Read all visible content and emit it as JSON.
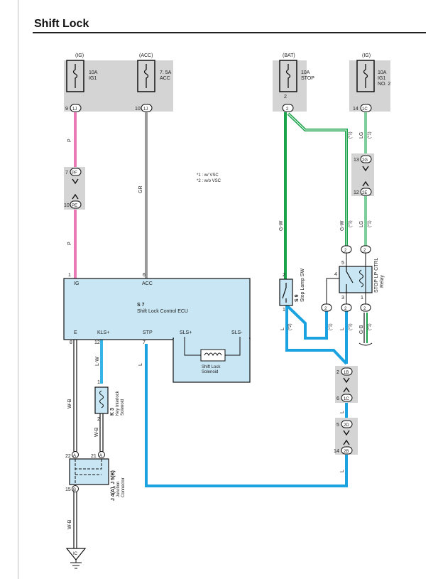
{
  "page": {
    "title": "Shift Lock"
  },
  "fuses": {
    "ig1": {
      "supply": "(IG)",
      "rating": "10A",
      "name": "IG1",
      "pin": "9",
      "conn": "1J"
    },
    "acc": {
      "supply": "(ACC)",
      "rating": "7. 5A",
      "name": "ACC",
      "pin": "10",
      "conn": "1J"
    },
    "stop": {
      "supply": "(BAT)",
      "rating": "10A",
      "name": "STOP",
      "pin_top": "2",
      "pin_bottom": "2"
    },
    "ig1no2": {
      "supply": "(IG)",
      "rating": "10A",
      "name": "IG1",
      "name2": "NO. 2",
      "pin": "14",
      "conn": "1C"
    }
  },
  "wires": {
    "pink": "P",
    "gray": "GR",
    "green": "G-W",
    "lightgreen": "LG",
    "blue": "L",
    "lightblue": "L-W",
    "black": "W-B",
    "gb": "G-B"
  },
  "colors": {
    "pink": "#e97ab6",
    "gray": "#9a9a9a",
    "green": "#1aa34a",
    "lightgreen": "#7fcf9a",
    "blue": "#1aa3e0",
    "lightblue": "#36b4e6",
    "ecu": "#c8e6f3",
    "shade": "#d4d4d4"
  },
  "connectors": {
    "pf": {
      "pin_top": "7",
      "label_top": "PF",
      "pin_bottom": "10",
      "label_bottom": "PE"
    },
    "lg": {
      "pin_top": "13",
      "label_top": "2G",
      "pin_bottom": "12",
      "label_bottom": "2E"
    },
    "blue1": {
      "pin_top": "2",
      "label_top": "1B",
      "pin_bottom": "6",
      "label_bottom": "1C"
    },
    "blue2": {
      "pin_top": "5",
      "label_top": "2D",
      "pin_bottom": "14",
      "label_bottom": "2B"
    }
  },
  "legend": {
    "line1": "*1 : w/ VSC",
    "line2": "*2 : w/o VSC"
  },
  "ecu": {
    "code": "S 7",
    "name": "Shift Lock Control ECU",
    "pins_top": [
      {
        "num": "1",
        "label": "IG"
      },
      {
        "num": "6",
        "label": "ACC"
      }
    ],
    "pins_bottom": [
      {
        "num": "8",
        "label": "E"
      },
      {
        "num": "12",
        "label": "KLS+"
      },
      {
        "num": "7",
        "label": "STP"
      },
      {
        "label": "SLS+"
      },
      {
        "label": "SLS-"
      }
    ],
    "solenoid": {
      "line1": "Shift Lock",
      "line2": "Solenoid"
    }
  },
  "stop_switch": {
    "code": "S 9",
    "name": "Stop Lamp SW",
    "pin_top": "2",
    "pin_bottom": "1"
  },
  "relay": {
    "name": "STOP LP CTRL",
    "name2": "Relay",
    "pins": {
      "p5": "5",
      "p4": "4",
      "p3": "3",
      "p1": "1",
      "p2": "2"
    }
  },
  "key_interlock": {
    "code": "K 3",
    "name": "Key Interlock",
    "name2": "Solenoid",
    "pin_top": "1",
    "pin_bottom": "2"
  },
  "junction": {
    "code": "J 4(A), J 5(B)",
    "name": "Junction",
    "name2": "Connector",
    "pin_a": "22",
    "label_a": "A",
    "pin_b": "21",
    "label_b": "A",
    "pin_c": "15",
    "label_c": "B"
  },
  "ground": {
    "label": "IC"
  },
  "markers": {
    "m1": "(*1)",
    "m2": "(*2)",
    "pin2": "2"
  }
}
